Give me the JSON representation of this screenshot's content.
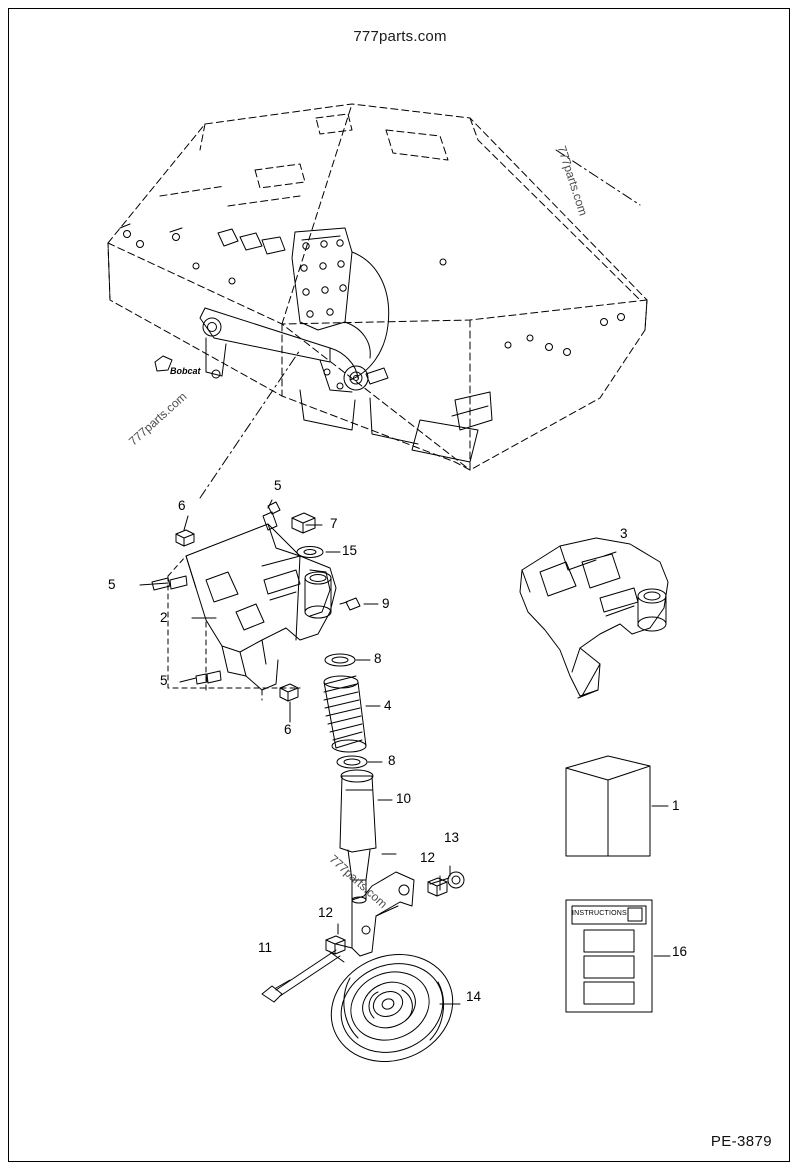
{
  "header": {
    "site_title": "777parts.com"
  },
  "footer": {
    "page_code": "PE-3879"
  },
  "watermarks": [
    {
      "text": "777parts.com"
    },
    {
      "text": "777parts.com"
    },
    {
      "text": "777parts.com"
    }
  ],
  "brand": {
    "logo_text": "Bobcat"
  },
  "box_label": {
    "instructions": "INSTRUCTIONS"
  },
  "callouts": [
    {
      "id": "c1",
      "label": "1"
    },
    {
      "id": "c2",
      "label": "2"
    },
    {
      "id": "c3",
      "label": "3"
    },
    {
      "id": "c4",
      "label": "4"
    },
    {
      "id": "c5a",
      "label": "5"
    },
    {
      "id": "c5b",
      "label": "5"
    },
    {
      "id": "c5c",
      "label": "5"
    },
    {
      "id": "c6a",
      "label": "6"
    },
    {
      "id": "c6b",
      "label": "6"
    },
    {
      "id": "c7",
      "label": "7"
    },
    {
      "id": "c8a",
      "label": "8"
    },
    {
      "id": "c8b",
      "label": "8"
    },
    {
      "id": "c9",
      "label": "9"
    },
    {
      "id": "c10",
      "label": "10"
    },
    {
      "id": "c11",
      "label": "11"
    },
    {
      "id": "c12a",
      "label": "12"
    },
    {
      "id": "c12b",
      "label": "12"
    },
    {
      "id": "c13",
      "label": "13"
    },
    {
      "id": "c14",
      "label": "14"
    },
    {
      "id": "c15",
      "label": "15"
    },
    {
      "id": "c16",
      "label": "16"
    }
  ],
  "colors": {
    "line": "#000000",
    "background": "#ffffff",
    "watermark": "#4d4d4d"
  }
}
